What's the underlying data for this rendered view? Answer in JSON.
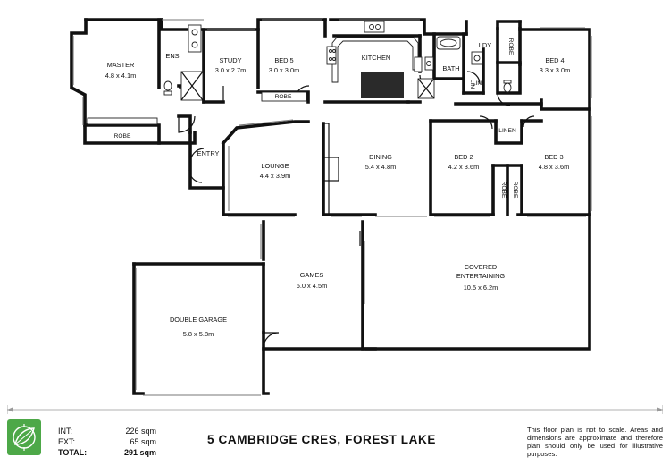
{
  "rooms": [
    {
      "id": "master",
      "name": "MASTER",
      "size": "4.8 x 4.1m"
    },
    {
      "id": "ens",
      "name": "ENS",
      "size": ""
    },
    {
      "id": "study",
      "name": "STUDY",
      "size": "3.0 x 2.7m"
    },
    {
      "id": "bed5",
      "name": "BED 5",
      "size": "3.0 x 3.0m"
    },
    {
      "id": "kitchen",
      "name": "KITCHEN",
      "size": ""
    },
    {
      "id": "bath",
      "name": "BATH",
      "size": ""
    },
    {
      "id": "ldy",
      "name": "LDY",
      "size": ""
    },
    {
      "id": "bed4",
      "name": "BED 4",
      "size": "3.3 x 3.0m"
    },
    {
      "id": "entry",
      "name": "ENTRY",
      "size": ""
    },
    {
      "id": "lounge",
      "name": "LOUNGE",
      "size": "4.4 x 3.9m"
    },
    {
      "id": "dining",
      "name": "DINING",
      "size": "5.4 x 4.8m"
    },
    {
      "id": "bed2",
      "name": "BED 2",
      "size": "4.2 x 3.6m"
    },
    {
      "id": "bed3",
      "name": "BED 3",
      "size": "4.8 x 3.6m"
    },
    {
      "id": "games",
      "name": "GAMES",
      "size": "6.0 x 4.5m"
    },
    {
      "id": "covered",
      "name": "COVERED",
      "name2": "ENTERTAINING",
      "size": "10.5 x 6.2m"
    },
    {
      "id": "garage",
      "name": "DOUBLE GARAGE",
      "size": "5.8 x 5.8m"
    }
  ],
  "small_labels": {
    "robe": "ROBE",
    "lin": "LIN",
    "linen": "LINEN"
  },
  "areas": [
    {
      "label": "INT:",
      "value": "226 sqm"
    },
    {
      "label": "EXT:",
      "value": "65 sqm"
    },
    {
      "label": "TOTAL:",
      "value": "291 sqm"
    }
  ],
  "address": "5 CAMBRIDGE CRES, FOREST LAKE",
  "disclaimer": "This floor plan is not to scale. Areas and dimensions are approximate and therefore plan should only be used for illustrative purposes.",
  "colors": {
    "logo": "#4da848",
    "walls": "#111111"
  },
  "logo_icon": "compass-leaf-icon"
}
